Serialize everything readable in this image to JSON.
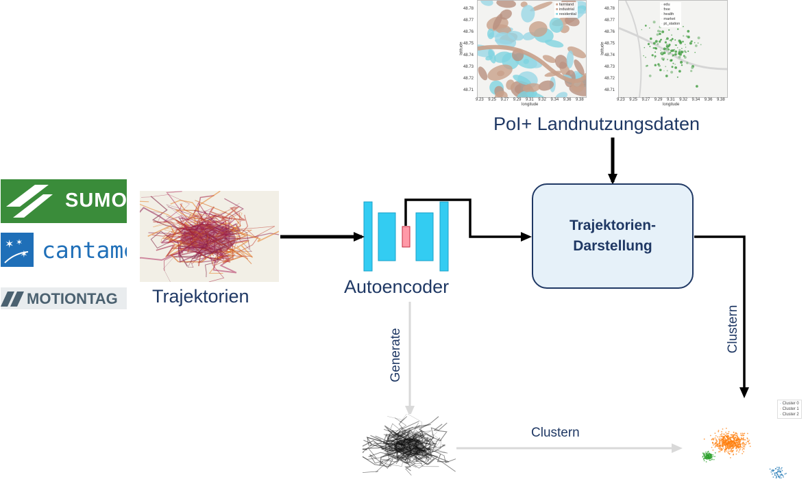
{
  "logos": {
    "sumo": "SUMO",
    "cantamen": "cantamen",
    "motiontag": "MOTIONTAG"
  },
  "labels": {
    "trajektorien": "Trajektorien",
    "autoencoder": "Autoencoder",
    "poi_landuse": "PoI+ Landnutzungsdaten",
    "representation_line1": "Trajektorien-",
    "representation_line2": "Darstellung",
    "generate": "Generate",
    "clustern_right": "Clustern",
    "clustern_bottom": "Clustern"
  },
  "map_left": {
    "y_ticks": [
      "48.78",
      "48.77",
      "48.76",
      "48.75",
      "48.74",
      "48.73",
      "48.72",
      "48.71"
    ],
    "x_ticks": [
      "9.23",
      "9.25",
      "9.27",
      "9.29",
      "9.31",
      "9.32",
      "9.34",
      "9.36",
      "9.38"
    ],
    "xlabel": "longitude",
    "ylabel": "latitude",
    "legend": [
      {
        "label": "farmland",
        "color": "#c8a08a"
      },
      {
        "label": "industrial",
        "color": "#c8a08a"
      },
      {
        "label": "residential",
        "color": "#7fd3e0"
      }
    ]
  },
  "map_right": {
    "y_ticks": [
      "48.78",
      "48.77",
      "48.76",
      "48.75",
      "48.74",
      "48.73",
      "48.72",
      "48.71"
    ],
    "x_ticks": [
      "9.23",
      "9.25",
      "9.27",
      "9.29",
      "9.31",
      "9.32",
      "9.34",
      "9.36",
      "9.38"
    ],
    "xlabel": "longitude",
    "ylabel": "latitude",
    "legend": [
      {
        "label": "edu",
        "color": "#aaaaaa"
      },
      {
        "label": "free",
        "color": "#aaaaaa"
      },
      {
        "label": "health",
        "color": "#aaaaaa"
      },
      {
        "label": "market",
        "color": "#aaaaaa"
      },
      {
        "label": "pt_station",
        "color": "#aaaaaa"
      }
    ]
  },
  "cluster_plot": {
    "legend": [
      {
        "label": "Cluster 0",
        "color": "#1f77b4"
      },
      {
        "label": "Cluster 1",
        "color": "#ff7f0e"
      },
      {
        "label": "Cluster 2",
        "color": "#2ca02c"
      }
    ]
  },
  "colors": {
    "text_blue": "#1f3864",
    "encoder_cyan": "#33ccf2",
    "latent_red": "#ff9aa8",
    "box_fill": "#e6f1f9",
    "box_border": "#1f3864",
    "sumo_green": "#3a8c3a",
    "cantamen_blue": "#1f6fb8",
    "motiontag_gray": "#4b6170"
  }
}
